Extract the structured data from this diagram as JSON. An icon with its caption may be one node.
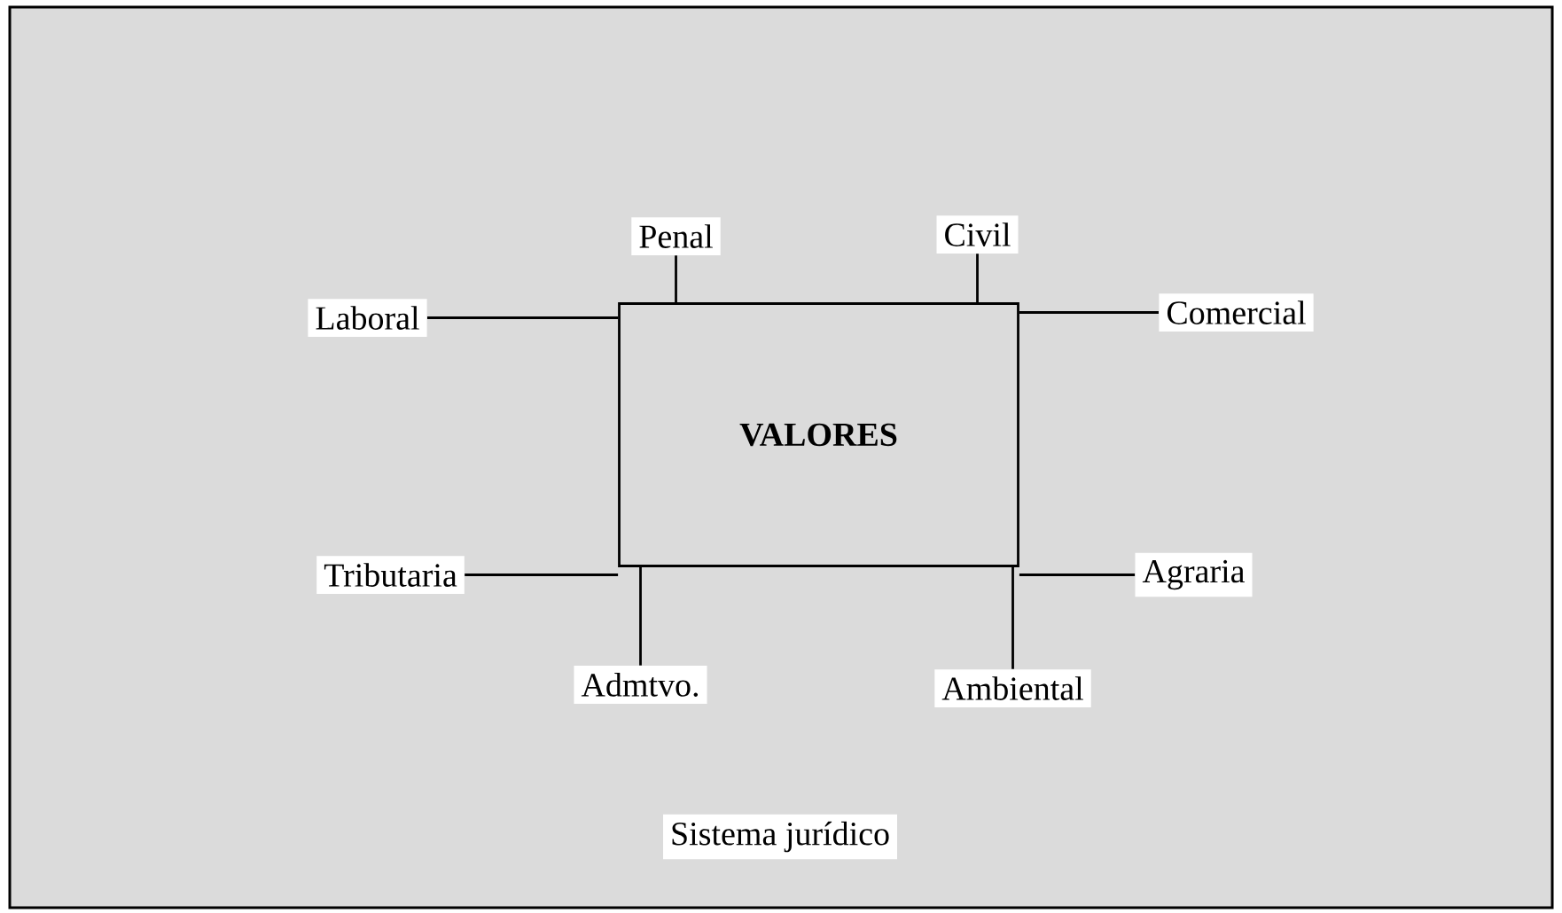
{
  "diagram": {
    "nodes": [
      {
        "text": [
          "Sistema jurídico"
        ]
      },
      {
        "text": [
          "VALORES"
        ],
        "in": 0
      },
      {
        "text": [
          "Penal"
        ],
        "in": 0
      },
      {
        "text": [
          "Civil"
        ],
        "in": 0
      },
      {
        "text": [
          "Laboral"
        ],
        "in": 0
      },
      {
        "text": [
          "Comercial"
        ],
        "in": 0
      },
      {
        "text": [
          "Tributaria"
        ],
        "in": 0
      },
      {
        "text": [
          "Agraria"
        ],
        "in": 0
      },
      {
        "text": [
          "Admtvo."
        ],
        "in": 0
      },
      {
        "text": [
          "Ambiental"
        ],
        "in": 0
      }
    ],
    "edges": [
      {
        "from": 2,
        "to": 1,
        "arrow": "none"
      },
      {
        "from": 3,
        "to": 1,
        "arrow": "none"
      },
      {
        "from": 4,
        "to": 1,
        "arrow": "none"
      },
      {
        "from": 5,
        "to": 1,
        "arrow": "none"
      },
      {
        "from": 6,
        "to": 1,
        "arrow": "none"
      },
      {
        "from": 7,
        "to": 1,
        "arrow": "none"
      },
      {
        "from": 8,
        "to": 1,
        "arrow": "none"
      },
      {
        "from": 9,
        "to": 1,
        "arrow": "none"
      }
    ]
  }
}
